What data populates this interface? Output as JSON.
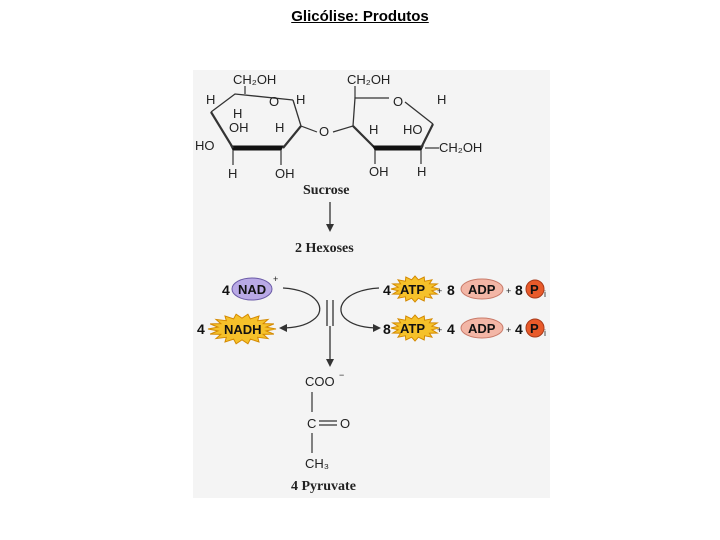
{
  "title": "Glicólise: Produtos",
  "sucrose": {
    "name": "Sucrose",
    "glucose_ring": {
      "ch2oh": "CH₂OH",
      "ring_o": "O",
      "bridge_o": "O",
      "h_top_left": "H",
      "h_top_right": "H",
      "h_inner": "H",
      "h_mid": "H",
      "oh_inner": "OH",
      "ho_left": "HO",
      "h_bottom": "H",
      "oh_bottom": "OH"
    },
    "fructose_ring": {
      "ch2oh_top": "CH₂OH",
      "ring_o": "O",
      "h_right": "H",
      "h_left": "H",
      "ho_inner": "HO",
      "ch2oh_right": "CH₂OH",
      "oh_bottom": "OH",
      "h_bottom": "H"
    }
  },
  "hexoses": "2 Hexoses",
  "nad_plus": {
    "coef": "4",
    "label": "NAD",
    "charge": "+"
  },
  "nadh": {
    "coef": "4",
    "label": "NADH"
  },
  "inputs": {
    "atp_coef": "4",
    "atp": "ATP",
    "plus1": "+",
    "adp_coef": "8",
    "adp": "ADP",
    "plus2": "+",
    "pi_coef": "8",
    "pi": "P",
    "pi_sub": "i"
  },
  "outputs": {
    "atp_coef": "8",
    "atp": "ATP",
    "plus1": "+",
    "adp_coef": "4",
    "adp": "ADP",
    "plus2": "+",
    "pi_coef": "4",
    "pi": "P",
    "pi_sub": "i"
  },
  "pyruvate": {
    "coo": "COO",
    "charge": "−",
    "c": "C",
    "o": "O",
    "ch3": "CH₃",
    "name": "4 Pyruvate"
  },
  "colors": {
    "nad": "#b9a9e6",
    "nadh_star": "#f5c12a",
    "atp_star": "#f5c12a",
    "adp": "#f3b6a6",
    "pi": "#e85a2a"
  }
}
